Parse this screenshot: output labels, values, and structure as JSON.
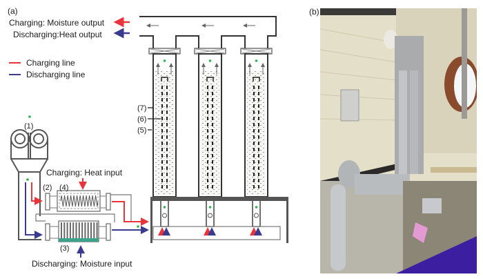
{
  "panel_a": {
    "label": "(a)",
    "charging_moisture_output": "Charging: Moisture output",
    "discharging_heat_output": "Discharging:Heat output",
    "legend": [
      {
        "name": "Charging line",
        "color": "#e8343a"
      },
      {
        "name": "Discharging line",
        "color": "#3a3a8f"
      }
    ],
    "charging_heat_input": "Charging: Heat input",
    "discharging_moisture_input": "Discharging: Moisture input",
    "component_labels": {
      "c1": "(1)",
      "c2": "(2)",
      "c3": "(3)",
      "c4": "(4)",
      "c5": "(5)",
      "c6": "(6)",
      "c7": "(7)"
    },
    "colors": {
      "charging": "#e8343a",
      "discharging": "#3a3a8f",
      "sensor": "#2db34a",
      "desiccant": "#3aa38a",
      "structure": "#555555"
    },
    "reactor_count": 3
  },
  "panel_b": {
    "label": "(b)",
    "description": "photo of experimental setup"
  }
}
